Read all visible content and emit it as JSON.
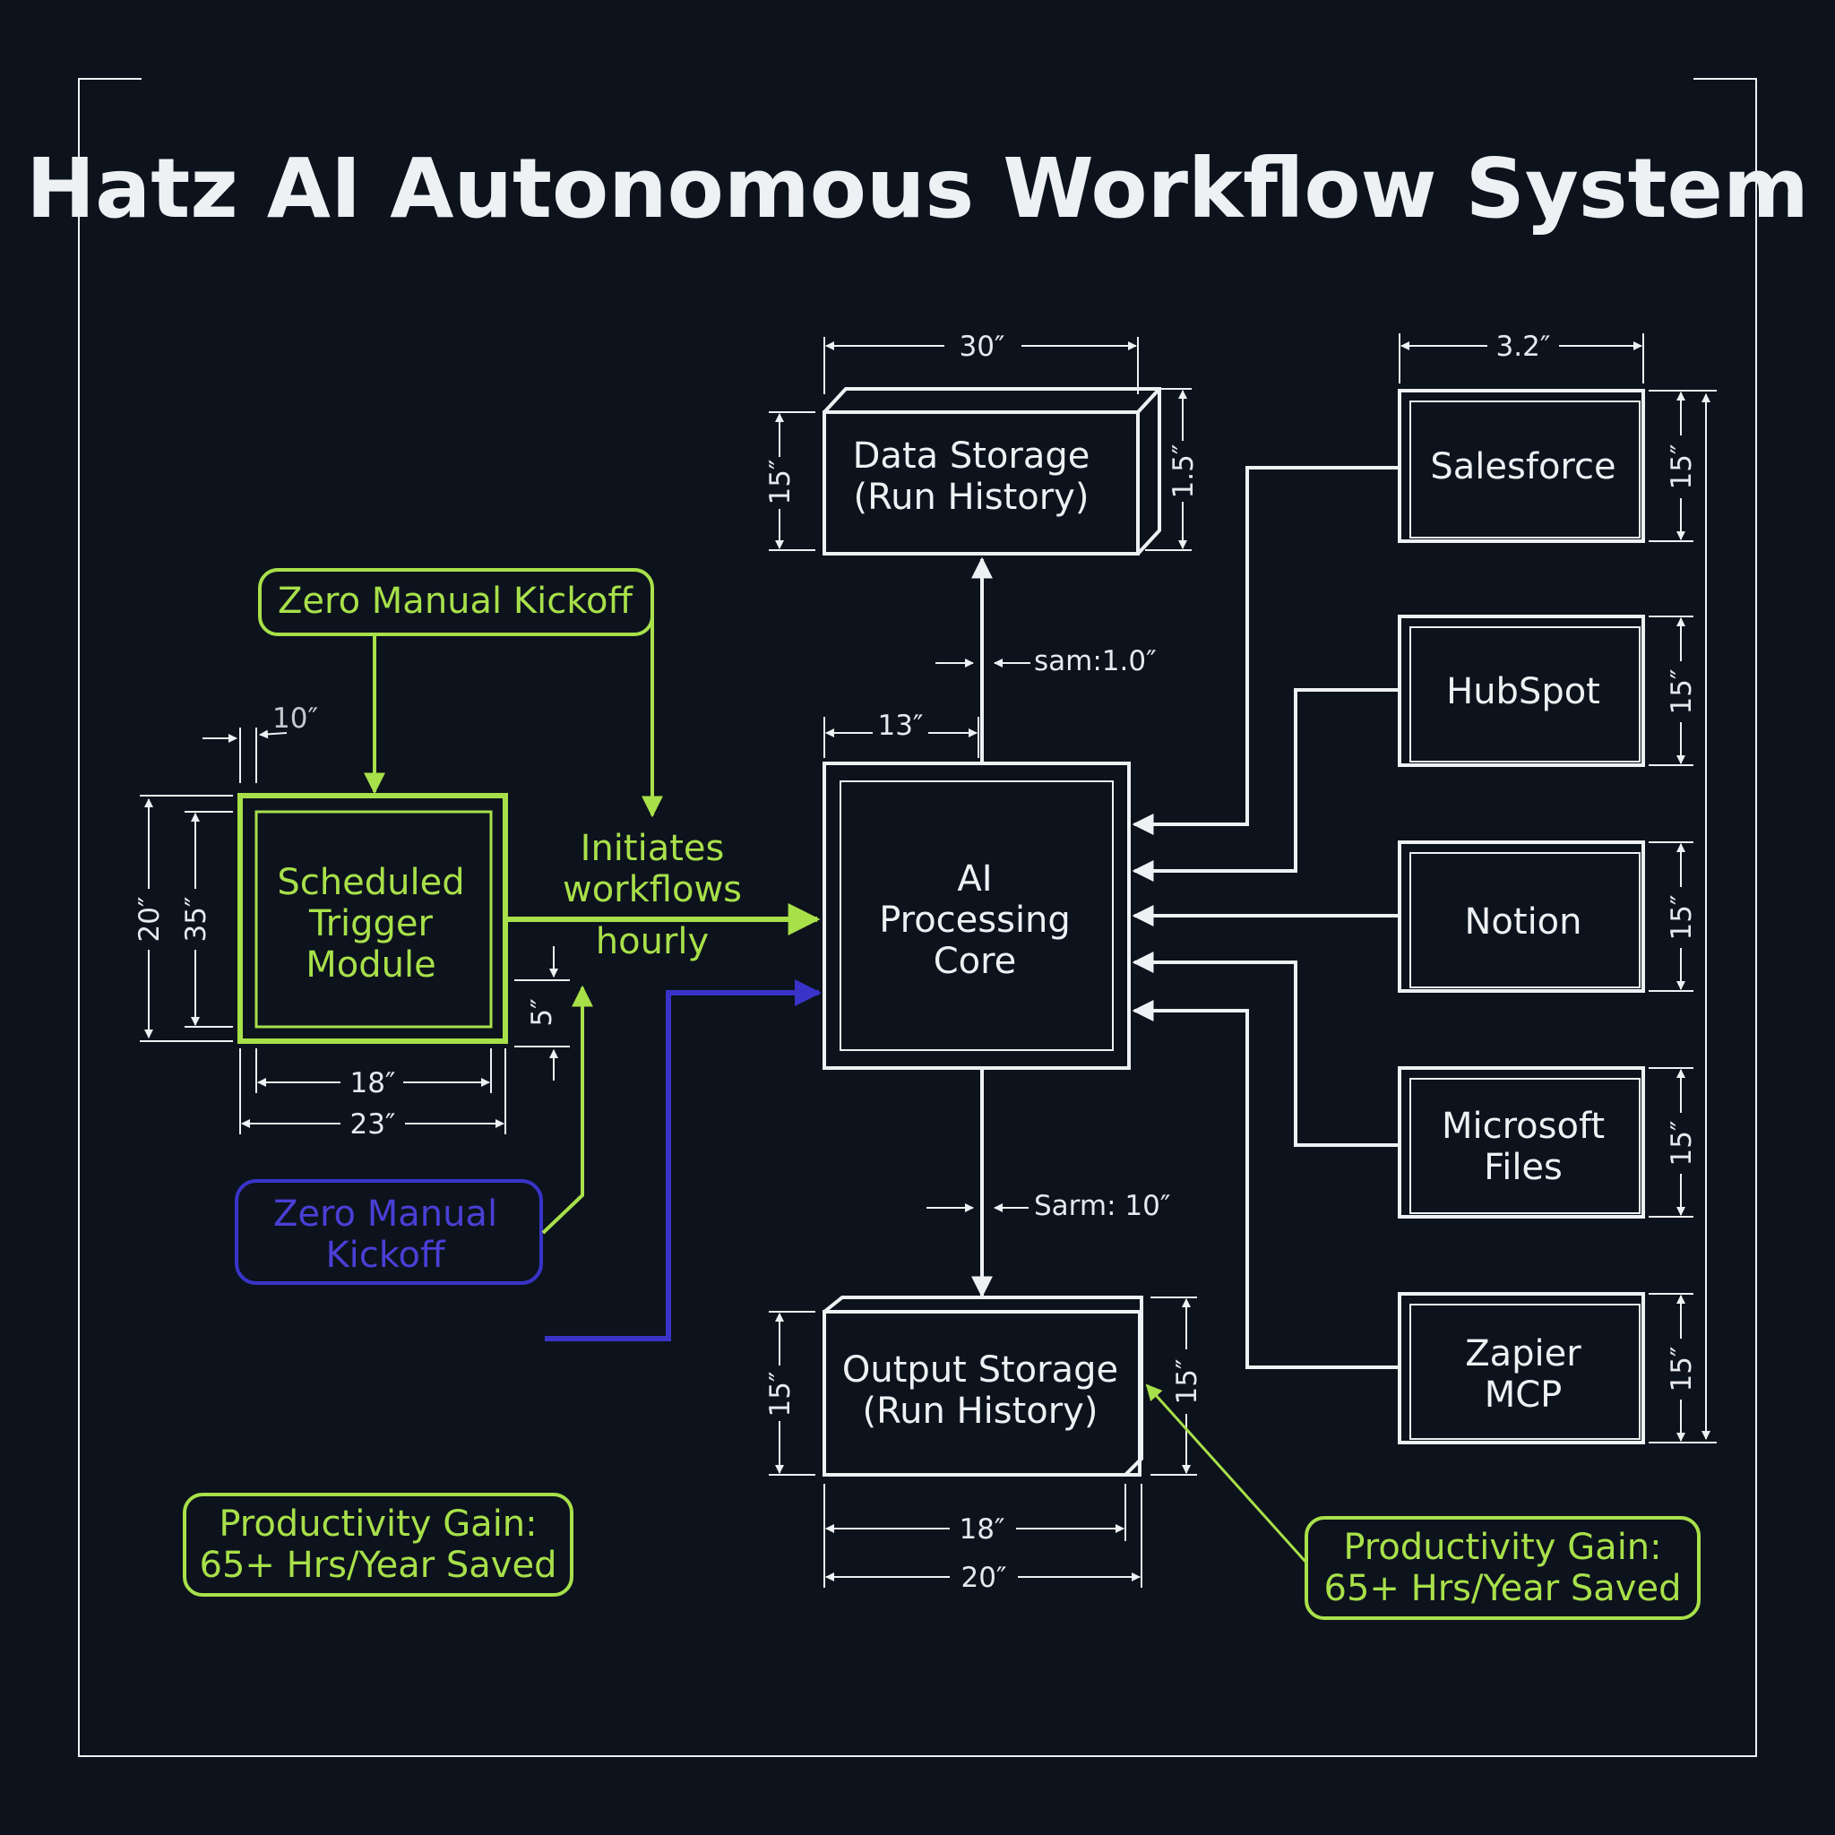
{
  "title": "Hatz AI Autonomous Workflow System",
  "colors": {
    "background": "#0c131c",
    "line": "#eef1f4",
    "accent_green": "#a8e04a",
    "accent_blue": "#4a3fd6"
  },
  "nodes": {
    "data_storage": [
      "Data Storage",
      "(Run History)"
    ],
    "output_storage": [
      "Output Storage",
      "(Run History)"
    ],
    "ai_core": [
      "AI",
      "Processing",
      "Core"
    ],
    "trigger": [
      "Scheduled",
      "Trigger",
      "Module"
    ],
    "salesforce": [
      "Salesforce"
    ],
    "hubspot": [
      "HubSpot"
    ],
    "notion": [
      "Notion"
    ],
    "microsoft": [
      "Microsoft",
      "Files"
    ],
    "zapier": [
      "Zapier",
      "MCP"
    ]
  },
  "callouts": {
    "kickoff_top": "Zero Manual Kickoff",
    "kickoff_blue": [
      "Zero Manual",
      "Kickoff"
    ],
    "initiates": [
      "Initiates",
      "workflows",
      "hourly"
    ],
    "productivity_left": [
      "Productivity Gain:",
      "65+ Hrs/Year Saved"
    ],
    "productivity_right": [
      "Productivity Gain:",
      "65+ Hrs/Year Saved"
    ]
  },
  "dimensions": {
    "data_storage_width": "30″",
    "data_storage_height_left": "15″",
    "data_storage_height_right": "1.5″",
    "integrations_width": "3.2″",
    "integration_height": "15″",
    "core_offset": "13″",
    "core_spacing_top": "sam:1.0″",
    "core_spacing_bottom": "Sarm: 10″",
    "trigger_gap": "10″",
    "trigger_outer_height": "20″",
    "trigger_inner_height": "35″",
    "trigger_inner_width": "18″",
    "trigger_outer_width": "23″",
    "trigger_vertical_gap": "5″",
    "output_height_left": "15″",
    "output_height_right": "15″",
    "output_inner_width": "18″",
    "output_outer_width": "20″"
  }
}
